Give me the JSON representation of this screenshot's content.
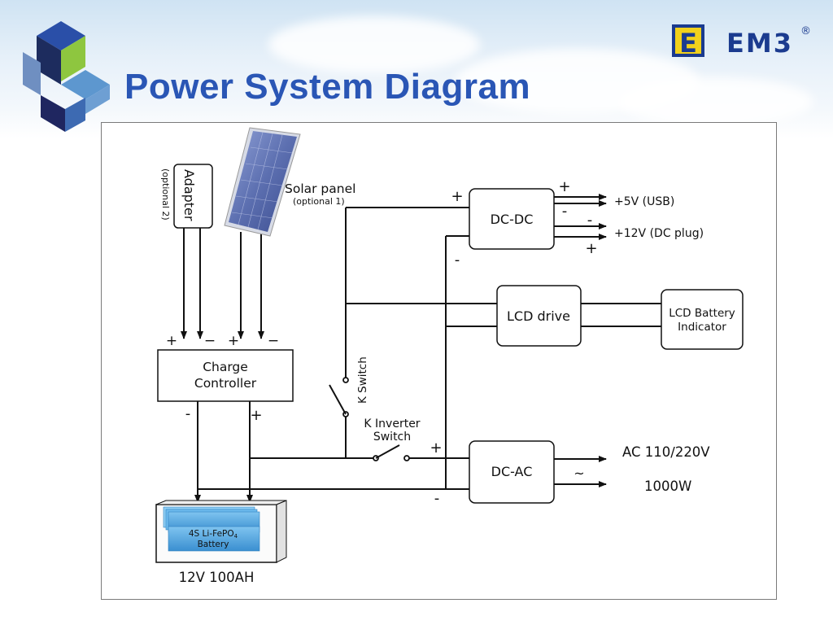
{
  "slide": {
    "title": "Power System Diagram",
    "brand_logo_text": "EM3",
    "brand_registered": "®"
  },
  "diagram": {
    "adapter_label": "Adapter",
    "adapter_note": "(optional 2)",
    "solar_label": "Solar panel",
    "solar_note": "(optional 1)",
    "charge_controller_line1": "Charge",
    "charge_controller_line2": "Controller",
    "battery_cell_line1": "4S Li-FePO",
    "battery_cell_subscript": "4",
    "battery_cell_line2": "Battery",
    "battery_capacity": "12V 100AH",
    "dcdc_label": "DC-DC",
    "output_usb": "+5V (USB)",
    "output_dc_plug": "+12V (DC plug)",
    "lcd_drive_label": "LCD drive",
    "lcd_indicator_line1": "LCD  Battery",
    "lcd_indicator_line2": "Indicator",
    "k_switch_label": "K Switch",
    "k_inverter_switch_line1": "K Inverter",
    "k_inverter_switch_line2": "Switch",
    "dcac_label": "DC-AC",
    "ac_output": "AC 110∕220V",
    "ac_power": "1000W",
    "ac_symbol": "~",
    "plus": "+",
    "minus": "-",
    "minus_long": "−"
  }
}
